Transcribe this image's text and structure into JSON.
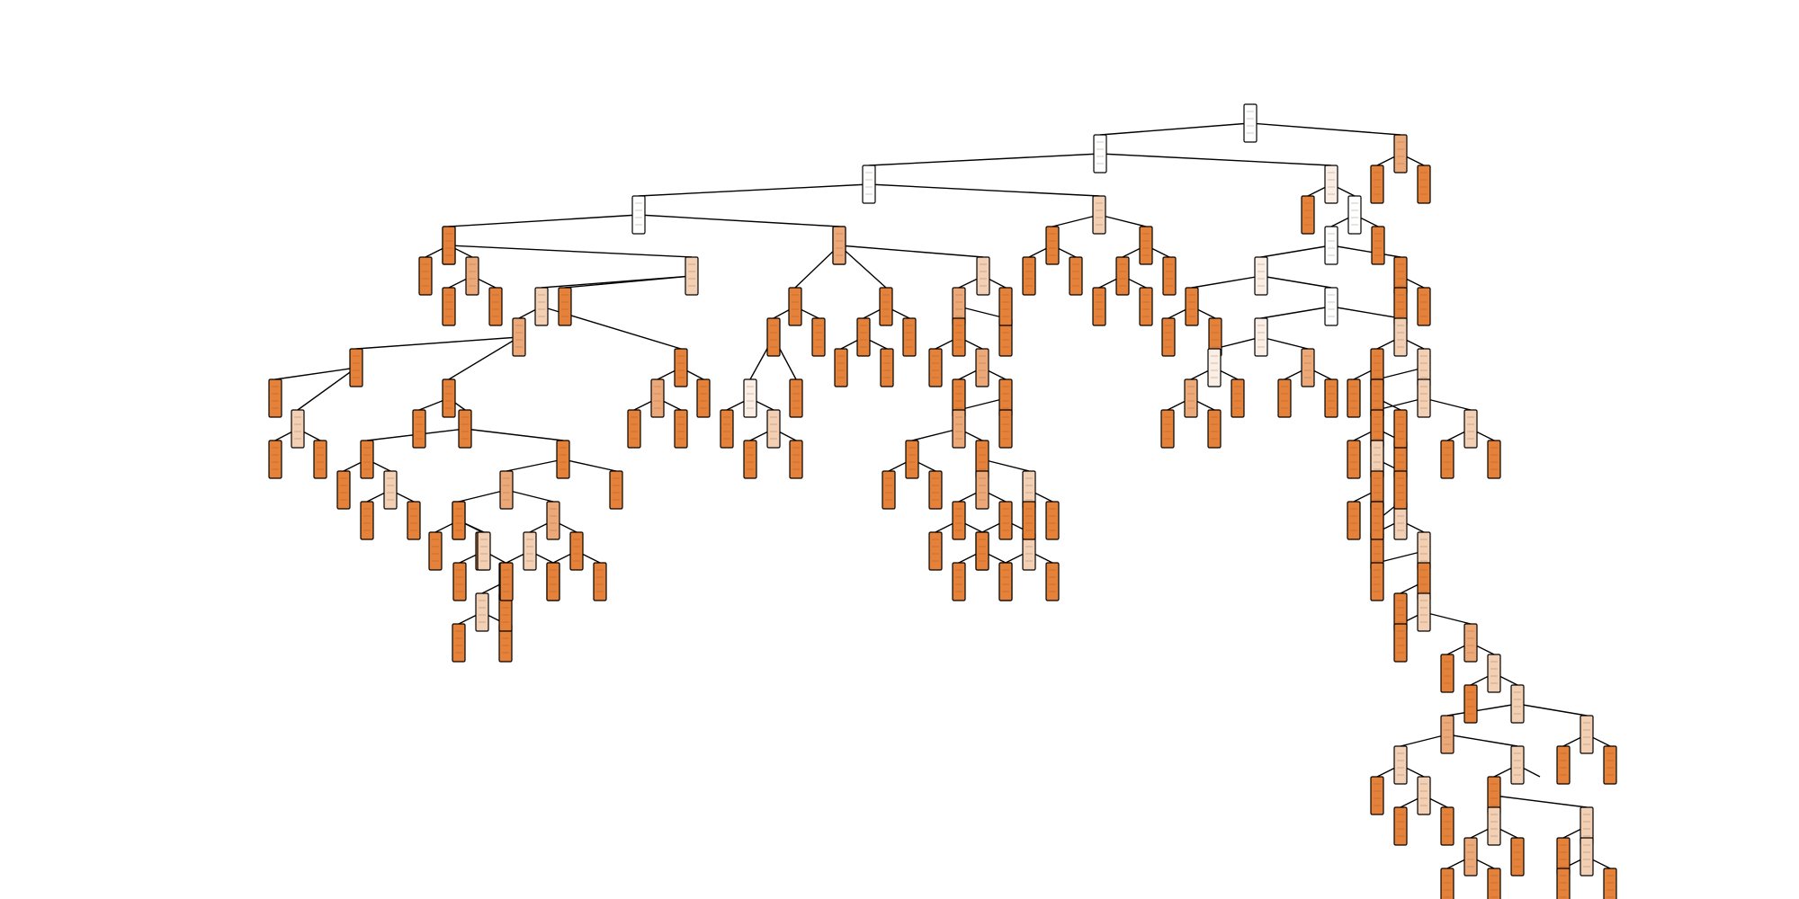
{
  "figure": {
    "colors": {
      "strong": "#e58139",
      "medium": "#eda877",
      "light": "#f3cfb4",
      "pale": "#fbeee5",
      "white": "#ffffff",
      "edge": "#000000"
    }
  },
  "tree": {
    "root": "n1",
    "nodes": {
      "n1": {
        "shade": "white",
        "children": [
          "n2",
          "n3"
        ]
      },
      "n3": {
        "shade": "medium",
        "children": [
          "n4",
          "n5"
        ]
      },
      "n4": {
        "shade": "strong"
      },
      "n5": {
        "shade": "strong"
      },
      "n2": {
        "shade": "white",
        "children": [
          "n6",
          "n7"
        ]
      },
      "n7": {
        "shade": "pale",
        "children": [
          "n8",
          "n9"
        ]
      },
      "n8": {
        "shade": "strong"
      },
      "n9": {
        "shade": "white",
        "children": [
          "n10",
          "n11"
        ]
      },
      "n11": {
        "shade": "strong"
      },
      "n10": {
        "shade": "white",
        "children": [
          "n12",
          "n13"
        ]
      },
      "n13": {
        "shade": "strong",
        "children": [
          "n14",
          "n15"
        ]
      },
      "n14": {
        "shade": "strong"
      },
      "n15": {
        "shade": "strong"
      },
      "n12": {
        "shade": "pale",
        "children": [
          "n16",
          "n17"
        ]
      },
      "n16": {
        "shade": "strong",
        "children": [
          "n18",
          "n19"
        ]
      },
      "n18": {
        "shade": "strong"
      },
      "n19": {
        "shade": "strong"
      },
      "n17": {
        "shade": "white",
        "children": [
          "n20",
          "n21"
        ]
      },
      "n20": {
        "shade": "pale",
        "children": [
          "n22",
          "n23"
        ]
      },
      "n22": {
        "shade": "pale",
        "children": [
          "n24",
          "n25"
        ]
      },
      "n24": {
        "shade": "medium",
        "children": [
          "n26",
          "n27"
        ]
      },
      "n26": {
        "shade": "strong"
      },
      "n27": {
        "shade": "strong"
      },
      "n25": {
        "shade": "strong"
      },
      "n23": {
        "shade": "medium",
        "children": [
          "n28",
          "n29"
        ]
      },
      "n28": {
        "shade": "strong"
      },
      "n29": {
        "shade": "strong"
      },
      "n21": {
        "shade": "light",
        "children": [
          "n30",
          "n31"
        ]
      },
      "n30": {
        "shade": "strong",
        "children": [
          "n32",
          "n33"
        ]
      },
      "n32": {
        "shade": "strong"
      },
      "n33": {
        "shade": "medium",
        "children": [
          "n34",
          "n35"
        ]
      },
      "n34": {
        "shade": "light",
        "children": [
          "n36",
          "n37"
        ]
      },
      "n36": {
        "shade": "strong"
      },
      "n37": {
        "shade": "strong"
      },
      "n35": {
        "shade": "strong"
      },
      "n31": {
        "shade": "light",
        "children": [
          "n38",
          "n39"
        ]
      },
      "n38": {
        "shade": "strong"
      },
      "n39": {
        "shade": "light",
        "children": [
          "n40",
          "n41"
        ]
      },
      "n40": {
        "shade": "strong",
        "children": [
          "n42",
          "n43"
        ]
      },
      "n42": {
        "shade": "strong"
      },
      "n43": {
        "shade": "light",
        "children": [
          "n44",
          "n45"
        ]
      },
      "n44": {
        "shade": "strong",
        "children": [
          "n46",
          "n47"
        ]
      },
      "n46": {
        "shade": "strong"
      },
      "n47": {
        "shade": "light",
        "children": [
          "n48",
          "n49"
        ]
      },
      "n48": {
        "shade": "light",
        "children": [
          "n50",
          "n51"
        ]
      },
      "n50": {
        "shade": "strong"
      },
      "n51": {
        "shade": "light",
        "children": [
          "n52",
          "n53"
        ]
      },
      "n52": {
        "shade": "strong"
      },
      "n53": {
        "shade": "strong",
        "children": [
          "n54",
          "n55"
        ]
      },
      "n54": {
        "shade": "strong"
      },
      "n55": {
        "shade": "light",
        "children": [
          "n56",
          "n57"
        ]
      },
      "n56": {
        "shade": "strong"
      },
      "n57": {
        "shade": "medium",
        "children": [
          "n58",
          "n59"
        ]
      },
      "n58": {
        "shade": "strong"
      },
      "n59": {
        "shade": "light",
        "children": [
          "n60",
          "n61"
        ]
      },
      "n60": {
        "shade": "strong"
      },
      "n61": {
        "shade": "light",
        "children": [
          "n62",
          "n63"
        ]
      },
      "n62": {
        "shade": "medium",
        "children": [
          "n64",
          "n65"
        ]
      },
      "n64": {
        "shade": "light",
        "children": [
          "n66",
          "n67"
        ]
      },
      "n66": {
        "shade": "strong"
      },
      "n67": {
        "shade": "light",
        "children": [
          "n68",
          "n69"
        ]
      },
      "n68": {
        "shade": "strong"
      },
      "n69": {
        "shade": "strong"
      },
      "n65": {
        "shade": "light",
        "children": [
          "n70",
          "n71"
        ]
      },
      "n70": {
        "shade": "strong",
        "children": [
          "n72",
          "n73"
        ]
      },
      "n72": {
        "shade": "light",
        "children": [
          "n74",
          "n75"
        ]
      },
      "n74": {
        "shade": "medium",
        "children": [
          "n76",
          "n77"
        ]
      },
      "n76": {
        "shade": "strong"
      },
      "n77": {
        "shade": "strong"
      },
      "n75": {
        "shade": "strong"
      },
      "n73": {
        "shade": "light",
        "children": [
          "n78",
          "n79"
        ]
      },
      "n78": {
        "shade": "strong"
      },
      "n79": {
        "shade": "light",
        "children": [
          "n80",
          "n81"
        ]
      },
      "n80": {
        "shade": "strong"
      },
      "n81": {
        "shade": "strong"
      },
      "n63": {
        "shade": "light",
        "children": [
          "n82",
          "n83"
        ]
      },
      "n82": {
        "shade": "strong"
      },
      "n83": {
        "shade": "strong"
      },
      "n49": {
        "shade": "strong"
      },
      "n45": {
        "shade": "strong"
      },
      "n41": {
        "shade": "light",
        "children": [
          "n84",
          "n85"
        ]
      },
      "n84": {
        "shade": "strong"
      },
      "n85": {
        "shade": "strong"
      },
      "n6": {
        "shade": "white",
        "children": [
          "n86",
          "n87"
        ]
      },
      "n87": {
        "shade": "light",
        "children": [
          "n88",
          "n89"
        ]
      },
      "n88": {
        "shade": "strong",
        "children": [
          "n90",
          "n91"
        ]
      },
      "n90": {
        "shade": "strong"
      },
      "n91": {
        "shade": "strong"
      },
      "n89": {
        "shade": "strong",
        "children": [
          "n92",
          "n93"
        ]
      },
      "n92": {
        "shade": "strong",
        "children": [
          "n94",
          "n95"
        ]
      },
      "n94": {
        "shade": "strong"
      },
      "n95": {
        "shade": "strong"
      },
      "n93": {
        "shade": "strong"
      },
      "n86": {
        "shade": "white",
        "children": [
          "n96",
          "n97"
        ]
      },
      "n96": {
        "shade": "white",
        "children": [
          "n98",
          "n99"
        ]
      },
      "n98": {
        "shade": "strong",
        "children": [
          "n100",
          "n101"
        ]
      },
      "n100": {
        "shade": "strong"
      },
      "n101": {
        "shade": "medium",
        "children": [
          "n102",
          "n103"
        ]
      },
      "n102": {
        "shade": "strong"
      },
      "n103": {
        "shade": "strong"
      },
      "n99": {
        "shade": "light",
        "children": [
          "n104",
          "n105"
        ]
      },
      "n104": {
        "shade": "light",
        "children": [
          "n106",
          "n107"
        ]
      },
      "n106": {
        "shade": "medium",
        "children": [
          "n108",
          "n109"
        ]
      },
      "n108": {
        "shade": "strong",
        "children": [
          "n110",
          "n111"
        ]
      },
      "n110": {
        "shade": "strong"
      },
      "n111": {
        "shade": "light",
        "children": [
          "n112",
          "n113"
        ]
      },
      "n112": {
        "shade": "strong"
      },
      "n113": {
        "shade": "strong"
      },
      "n109": {
        "shade": "strong",
        "children": [
          "n114",
          "n115"
        ]
      },
      "n114": {
        "shade": "strong"
      },
      "n115": {
        "shade": "strong",
        "children": [
          "n116",
          "n117"
        ]
      },
      "n116": {
        "shade": "strong",
        "children": [
          "n118",
          "n119"
        ]
      },
      "n118": {
        "shade": "strong"
      },
      "n119": {
        "shade": "light",
        "children": [
          "n120",
          "n121"
        ]
      },
      "n120": {
        "shade": "strong"
      },
      "n121": {
        "shade": "strong"
      },
      "n117": {
        "shade": "strong",
        "children": [
          "n122",
          "n123"
        ]
      },
      "n122": {
        "shade": "medium",
        "children": [
          "n124",
          "n125"
        ]
      },
      "n124": {
        "shade": "light",
        "children": [
          "n126",
          "n127"
        ]
      },
      "n126": {
        "shade": "strong",
        "children": [
          "n128",
          "n129"
        ]
      },
      "n128": {
        "shade": "strong"
      },
      "n129": {
        "shade": "strong"
      },
      "n127": {
        "shade": "light",
        "children": [
          "n130",
          "n131"
        ]
      },
      "n130": {
        "shade": "strong"
      },
      "n131": {
        "shade": "light",
        "children": [
          "n132",
          "n133"
        ]
      },
      "n132": {
        "shade": "light",
        "children": [
          "n134",
          "n135"
        ]
      },
      "n134": {
        "shade": "strong"
      },
      "n135": {
        "shade": "strong"
      },
      "n133": {
        "shade": "strong"
      },
      "n125": {
        "shade": "medium",
        "children": [
          "n136",
          "n137"
        ]
      },
      "n136": {
        "shade": "light",
        "children": [
          "n138",
          "n139"
        ]
      },
      "n138": {
        "shade": "strong"
      },
      "n139": {
        "shade": "strong"
      },
      "n137": {
        "shade": "strong",
        "children": [
          "n140",
          "n141"
        ]
      },
      "n140": {
        "shade": "strong"
      },
      "n141": {
        "shade": "strong"
      },
      "n123": {
        "shade": "strong"
      },
      "n107": {
        "shade": "strong",
        "children": [
          "n142",
          "n143"
        ]
      },
      "n142": {
        "shade": "medium",
        "children": [
          "n144",
          "n145"
        ]
      },
      "n144": {
        "shade": "strong"
      },
      "n145": {
        "shade": "strong"
      },
      "n143": {
        "shade": "strong"
      },
      "n105": {
        "shade": "strong"
      },
      "n97": {
        "shade": "white",
        "children": [
          "n146",
          "n147"
        ]
      },
      "n146": {
        "shade": "medium",
        "children": [
          "n148",
          "n149"
        ]
      },
      "n148": {
        "shade": "strong",
        "children": [
          "n150",
          "n151"
        ]
      },
      "n150": {
        "shade": "strong",
        "children": [
          "n152",
          "n153"
        ]
      },
      "n152": {
        "shade": "pale",
        "children": [
          "n154",
          "n155"
        ]
      },
      "n154": {
        "shade": "strong"
      },
      "n155": {
        "shade": "light",
        "children": [
          "n156",
          "n157"
        ]
      },
      "n156": {
        "shade": "strong"
      },
      "n157": {
        "shade": "strong"
      },
      "n153": {
        "shade": "strong"
      },
      "n151": {
        "shade": "strong"
      },
      "n149": {
        "shade": "strong",
        "children": [
          "n158",
          "n159"
        ]
      },
      "n158": {
        "shade": "strong",
        "children": [
          "n160",
          "n161"
        ]
      },
      "n160": {
        "shade": "strong"
      },
      "n161": {
        "shade": "strong"
      },
      "n159": {
        "shade": "strong"
      },
      "n147": {
        "shade": "light",
        "children": [
          "n162",
          "n163"
        ]
      },
      "n162": {
        "shade": "medium",
        "children": [
          "n164",
          "n165"
        ]
      },
      "n164": {
        "shade": "strong",
        "children": [
          "n166",
          "n167"
        ]
      },
      "n166": {
        "shade": "strong"
      },
      "n167": {
        "shade": "medium",
        "children": [
          "n168",
          "n169"
        ]
      },
      "n168": {
        "shade": "strong"
      },
      "n169": {
        "shade": "strong",
        "children": [
          "n170",
          "n171"
        ]
      },
      "n170": {
        "shade": "medium",
        "children": [
          "n172",
          "n173"
        ]
      },
      "n172": {
        "shade": "strong",
        "children": [
          "n174",
          "n175"
        ]
      },
      "n174": {
        "shade": "strong"
      },
      "n175": {
        "shade": "strong"
      },
      "n173": {
        "shade": "strong",
        "children": [
          "n176",
          "n177"
        ]
      },
      "n176": {
        "shade": "medium",
        "children": [
          "n178",
          "n179"
        ]
      },
      "n178": {
        "shade": "strong",
        "children": [
          "n180",
          "n181"
        ]
      },
      "n180": {
        "shade": "strong"
      },
      "n181": {
        "shade": "light",
        "children": [
          "n182",
          "n183"
        ]
      },
      "n182": {
        "shade": "strong"
      },
      "n183": {
        "shade": "strong"
      },
      "n179": {
        "shade": "strong",
        "children": [
          "n184",
          "n185"
        ]
      },
      "n184": {
        "shade": "strong"
      },
      "n185": {
        "shade": "light",
        "children": [
          "n186",
          "n187"
        ]
      },
      "n186": {
        "shade": "strong"
      },
      "n187": {
        "shade": "strong"
      },
      "n177": {
        "shade": "light",
        "children": [
          "n188",
          "n189"
        ]
      },
      "n188": {
        "shade": "strong"
      },
      "n189": {
        "shade": "strong"
      },
      "n171": {
        "shade": "strong"
      },
      "n165": {
        "shade": "strong"
      },
      "n163": {
        "shade": "strong"
      }
    }
  }
}
